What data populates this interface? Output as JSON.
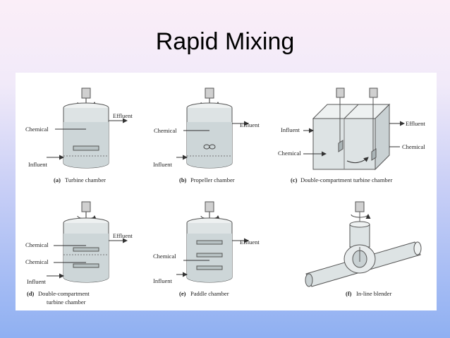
{
  "slide": {
    "title": "Rapid Mixing"
  },
  "figure": {
    "panels": [
      {
        "id": "a",
        "caption_letter": "(a)",
        "caption": "Turbine chamber",
        "labels": {
          "chemical": "Chemical",
          "effluent": "Effluent",
          "influent": "Influent"
        }
      },
      {
        "id": "b",
        "caption_letter": "(b)",
        "caption": "Propeller chamber",
        "labels": {
          "chemical": "Chemical",
          "effluent": "Effluent",
          "influent": "Influent"
        }
      },
      {
        "id": "c",
        "caption_letter": "(c)",
        "caption": "Double-compartment turbine chamber",
        "labels": {
          "influent": "Influent",
          "chemical_left": "Chemical",
          "effluent": "Effluent",
          "chemical_right": "Chemical"
        }
      },
      {
        "id": "d",
        "caption_letter": "(d)",
        "caption_line1": "Double-compartment",
        "caption_line2": "turbine chamber",
        "labels": {
          "chemical_top": "Chemical",
          "chemical_bottom": "Chemical",
          "effluent": "Effluent",
          "influent": "Influent"
        }
      },
      {
        "id": "e",
        "caption_letter": "(e)",
        "caption": "Paddle chamber",
        "labels": {
          "chemical": "Chemical",
          "effluent": "Effluent",
          "influent": "Influent"
        }
      },
      {
        "id": "f",
        "caption_letter": "(f)",
        "caption": "In-line blender",
        "labels": {}
      }
    ]
  },
  "colors": {
    "tank_fill": "#dde3e4",
    "water": "#c6d0d2",
    "outline": "#555555"
  }
}
